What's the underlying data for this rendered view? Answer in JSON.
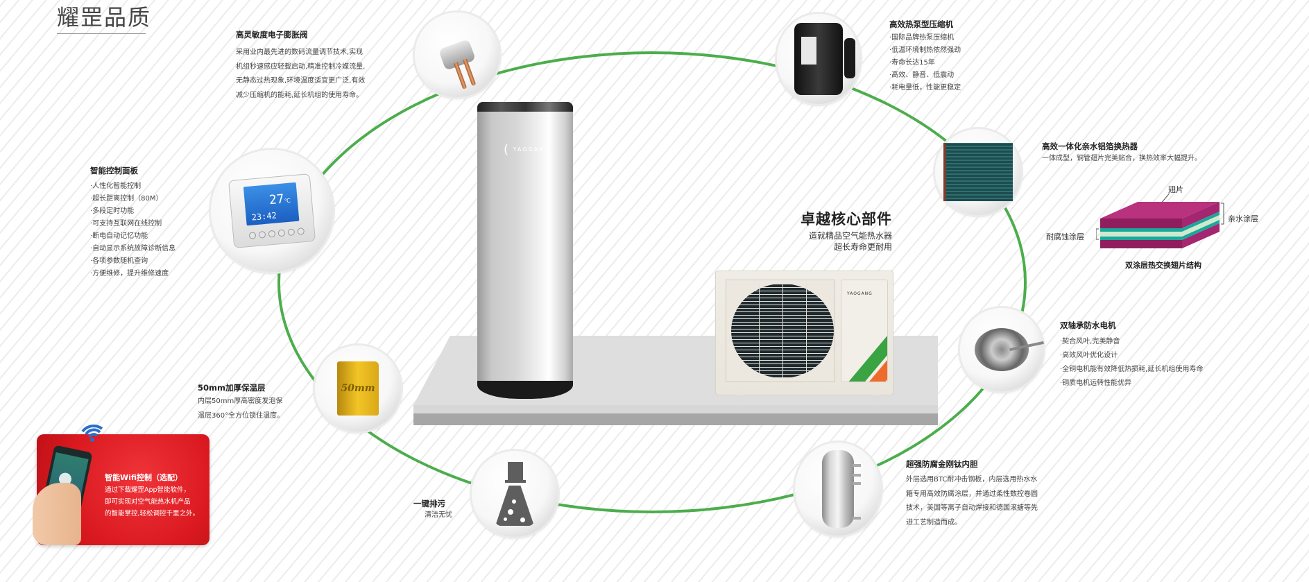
{
  "page": {
    "title": "耀罡品质"
  },
  "core": {
    "title": "卓越核心部件",
    "subtitle_line1": "造就精品空气能热水器",
    "subtitle_line2": "超长寿命更耐用"
  },
  "brand": {
    "logo_text": "YAOGANG",
    "ring_color": "#4cad4c",
    "accent_red": "#d9191f"
  },
  "features": {
    "expansion_valve": {
      "title": "高灵敏度电子膨胀阀",
      "lines": [
        "采用业内最先进的数码流量调节技术,实现",
        "机组秒速感应轻载启动,精准控制冷媒流量,",
        "无静态过热现象,环境温度适宜更广泛,有效",
        "减少压缩机的能耗,延长机组的使用寿命。"
      ],
      "icon": "expansion-valve-icon"
    },
    "compressor": {
      "title": "高效热泵型压缩机",
      "items": [
        "·国际品牌热泵压缩机",
        "·低温环境制热依然强劲",
        "·寿命长达15年",
        "·高效、静音、低震动",
        "·耗电量低，性能更稳定"
      ],
      "icon": "compressor-icon"
    },
    "heat_exchanger": {
      "title": "高效一体化亲水铝箔换热器",
      "desc": "一体成型，铜管翅片完美贴合，换热效率大幅提升。",
      "icon": "heat-exchanger-coil-icon"
    },
    "fin_structure": {
      "label_top": "翅片",
      "label_right": "亲水涂层",
      "label_left": "耐腐蚀涂层",
      "caption": "双涂层热交换翅片结构"
    },
    "control_panel": {
      "title": "智能控制面板",
      "items": [
        "·人性化智能控制",
        "·超长距离控制（80M）",
        "·多段定时功能",
        "·可支持互联网在线控制",
        "·断电自动记忆功能",
        "·自动显示系统故障诊断信息",
        "·各项参数随机查询",
        "·方便维修，提升维修速度"
      ],
      "screen_temp": "27",
      "screen_unit": "℃",
      "screen_time": "23:42",
      "icon": "thermostat-panel-icon"
    },
    "insulation": {
      "title": "50mm加厚保温层",
      "lines": [
        "内层50mm厚高密度发泡保",
        "温层360°全方位锁住温度。"
      ],
      "block_label": "50mm",
      "icon": "insulation-block-icon"
    },
    "drain": {
      "title": "一键排污",
      "subtitle": "清洁无忧",
      "icon": "flask-drain-icon"
    },
    "motor": {
      "title": "双轴承防水电机",
      "items": [
        "·契合风叶,完美静音",
        "·高效风叶优化设计",
        "·全铜电机能有效降低热损耗,延长机组使用寿命",
        "·铜质电机运转性能优异"
      ],
      "icon": "fan-motor-icon"
    },
    "inner_tank": {
      "title": "超强防腐金刚钛内胆",
      "lines": [
        "外层选用BTC耐冲击钢板，内层选用热水水",
        "箱专用高效防腐涂层，并通过柔性数控卷圆",
        "技术，美国等离子自动焊接和德国滚搪等先",
        "进工艺制造而成。"
      ],
      "icon": "inner-tank-icon"
    },
    "wifi": {
      "title": "智能Wifi控制（选配）",
      "lines": [
        "通过下载耀罡App智能软件，",
        "即可实现对空气能热水机产品",
        "的智能掌控,轻松调控千里之外。"
      ],
      "icon": "wifi-icon"
    }
  }
}
